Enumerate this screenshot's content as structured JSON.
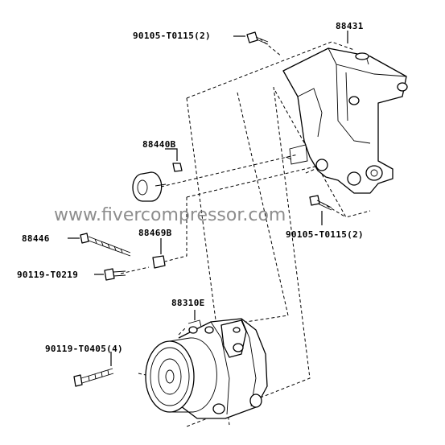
{
  "diagram": {
    "watermark": "www.fivercompressor.com",
    "parts": {
      "bracket": "88431",
      "bolt_top": "90105-T0115(2)",
      "bolt_mid": "90105-T0115(2)",
      "idler_pulley": "88440B",
      "bolt_long": "88446",
      "spacer": "88469B",
      "bolt_small": "90119-T0219",
      "compressor": "88310E",
      "bolt_compressor": "90119-T0405(4)"
    },
    "icons": {
      "bracket": "engine-mount-bracket-icon",
      "pulley": "idler-pulley-icon",
      "compressor": "ac-compressor-icon",
      "bolt": "bolt-icon"
    }
  }
}
